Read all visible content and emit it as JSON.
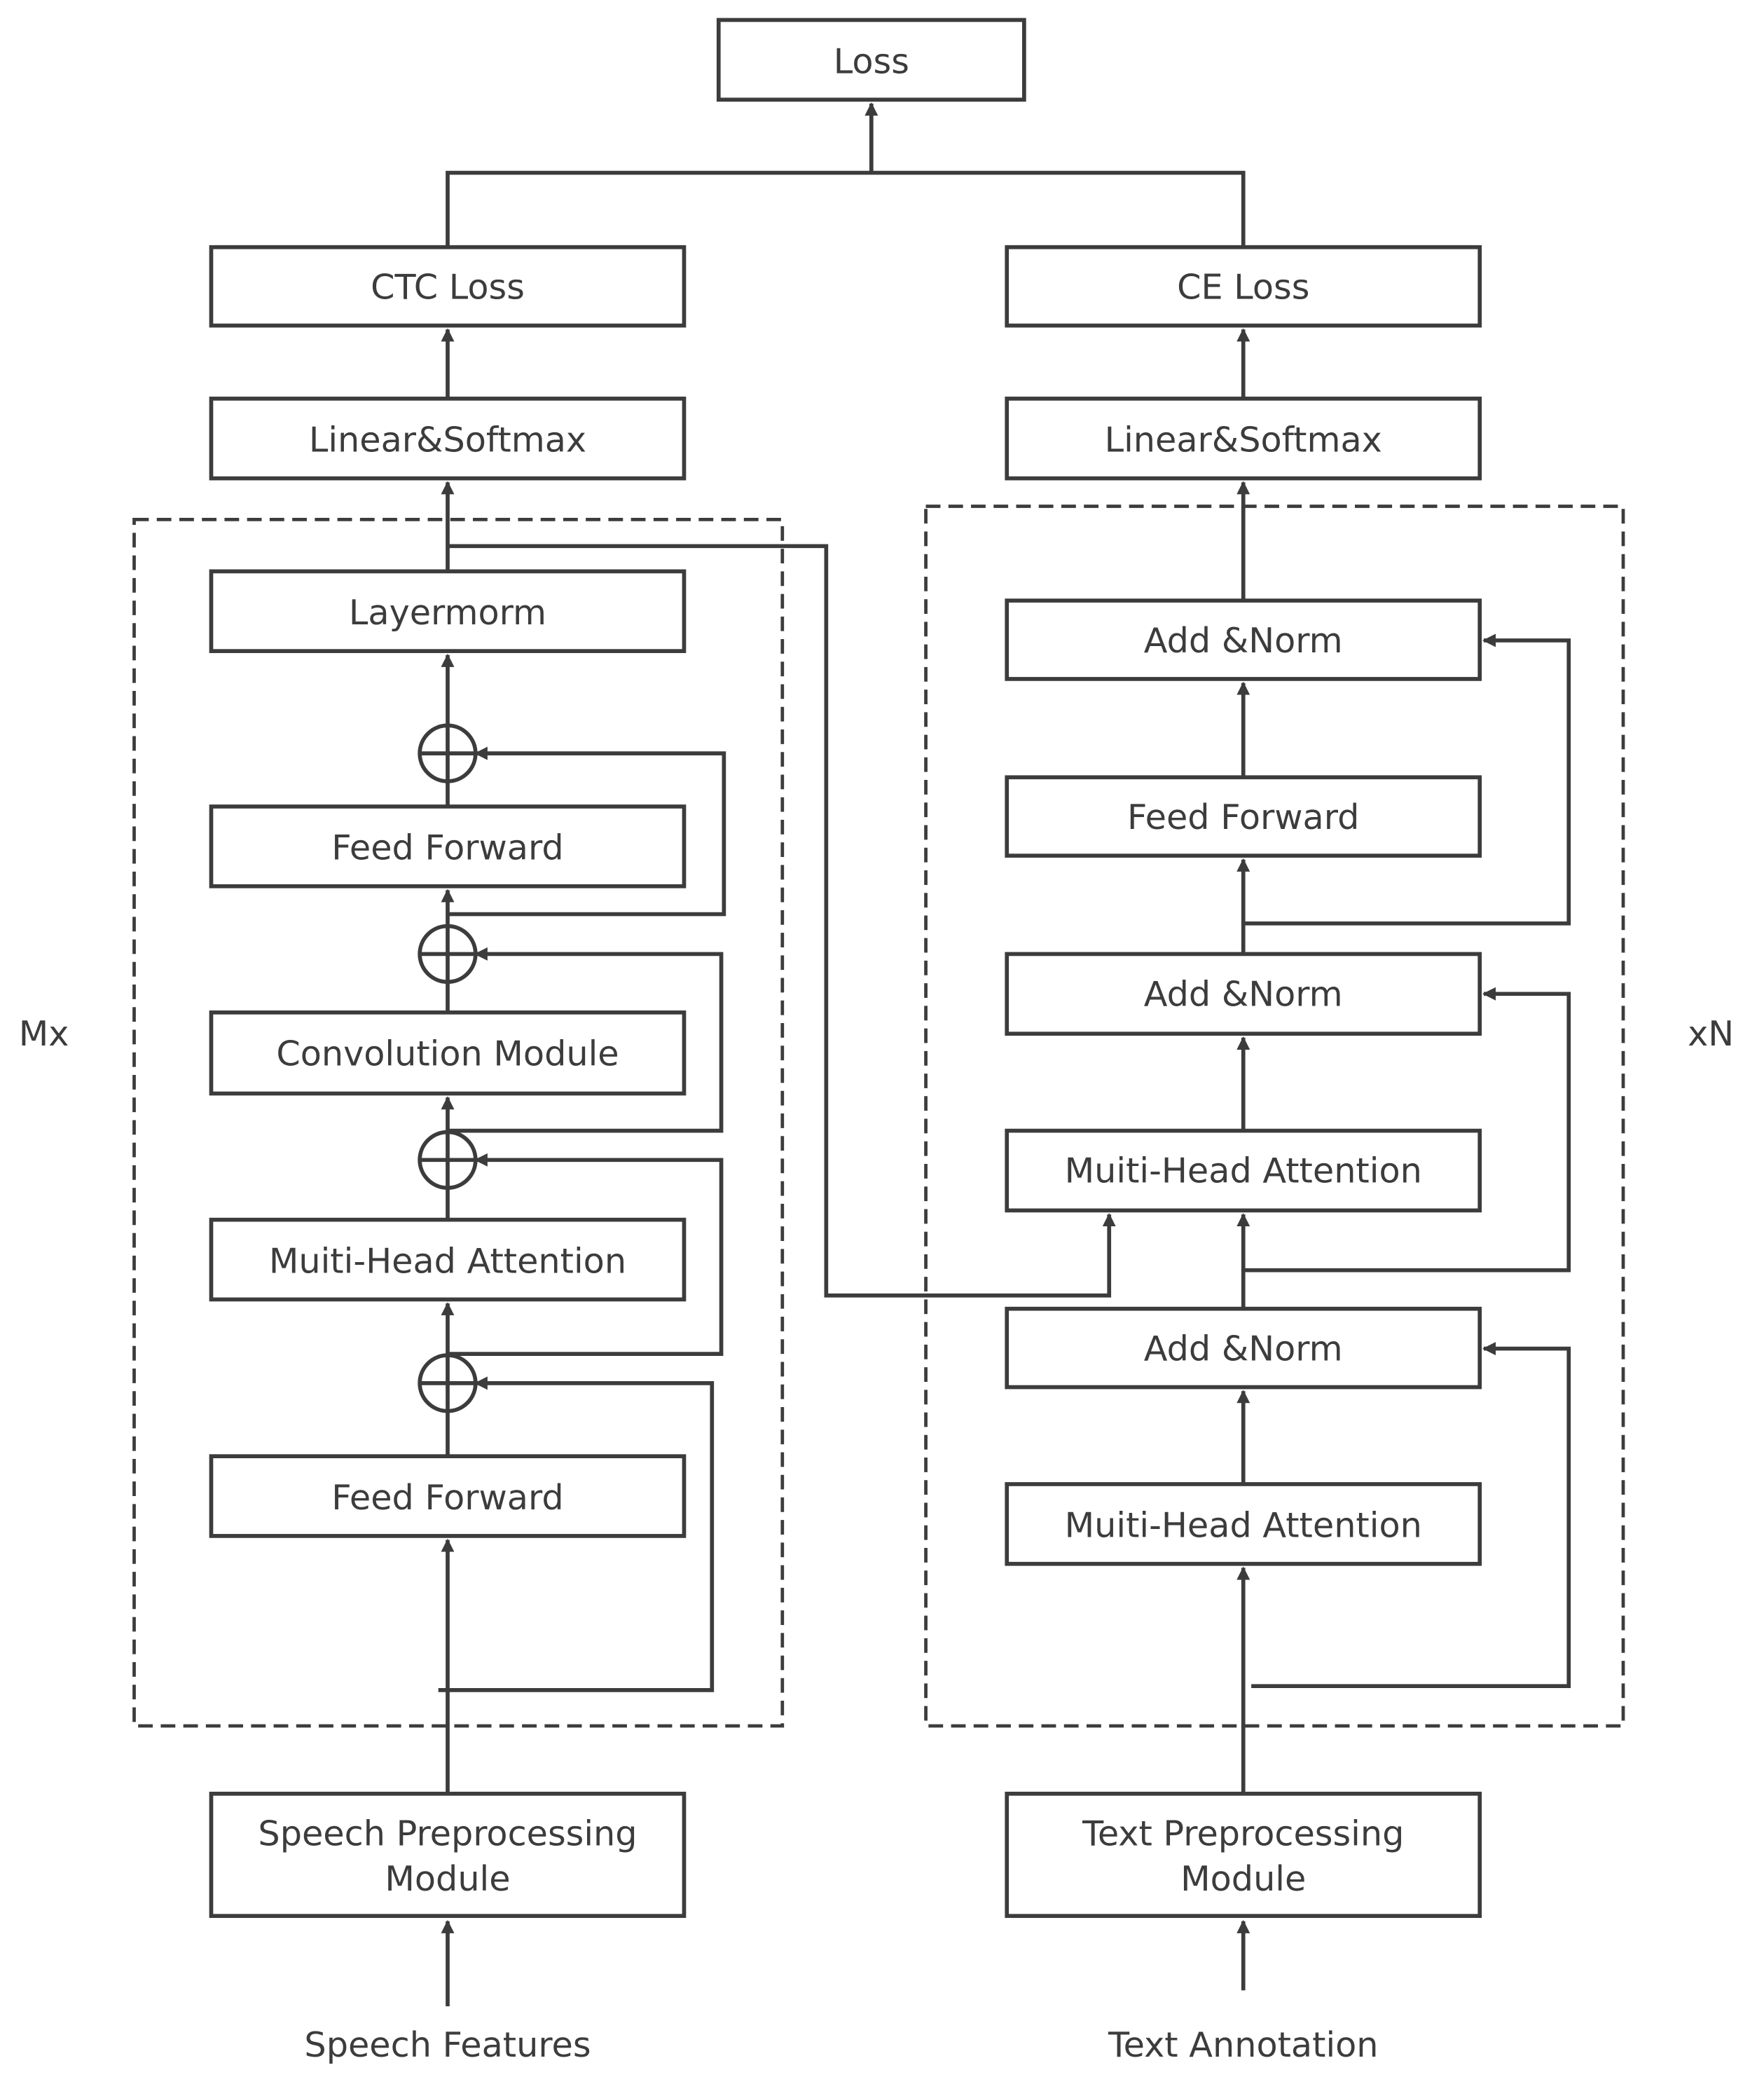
{
  "diagram": {
    "loss": "Loss",
    "encoder": {
      "repeat_label": "Mx",
      "ctc_loss": "CTC Loss",
      "linear_softmax": "Linear&Softmax",
      "layernorm": "Layermorm",
      "feed_forward_top": "Feed Forward",
      "convolution": "Convolution Module",
      "attention": "Muiti-Head Attention",
      "feed_forward_bottom": "Feed Forward",
      "preprocess_line1": "Speech Preprocessing",
      "preprocess_line2": "Module",
      "input": "Speech Features"
    },
    "decoder": {
      "repeat_label": "xN",
      "ce_loss": "CE Loss",
      "linear_softmax": "Linear&Softmax",
      "add_norm_top": "Add &Norm",
      "feed_forward": "Feed Forward",
      "add_norm_mid": "Add &Norm",
      "cross_attention": "Muiti-Head Attention",
      "add_norm_bottom": "Add &Norm",
      "self_attention": "Muiti-Head Attention",
      "preprocess_line1": "Text Preprocessing",
      "preprocess_line2": "Module",
      "input": "Text Annotation"
    }
  }
}
